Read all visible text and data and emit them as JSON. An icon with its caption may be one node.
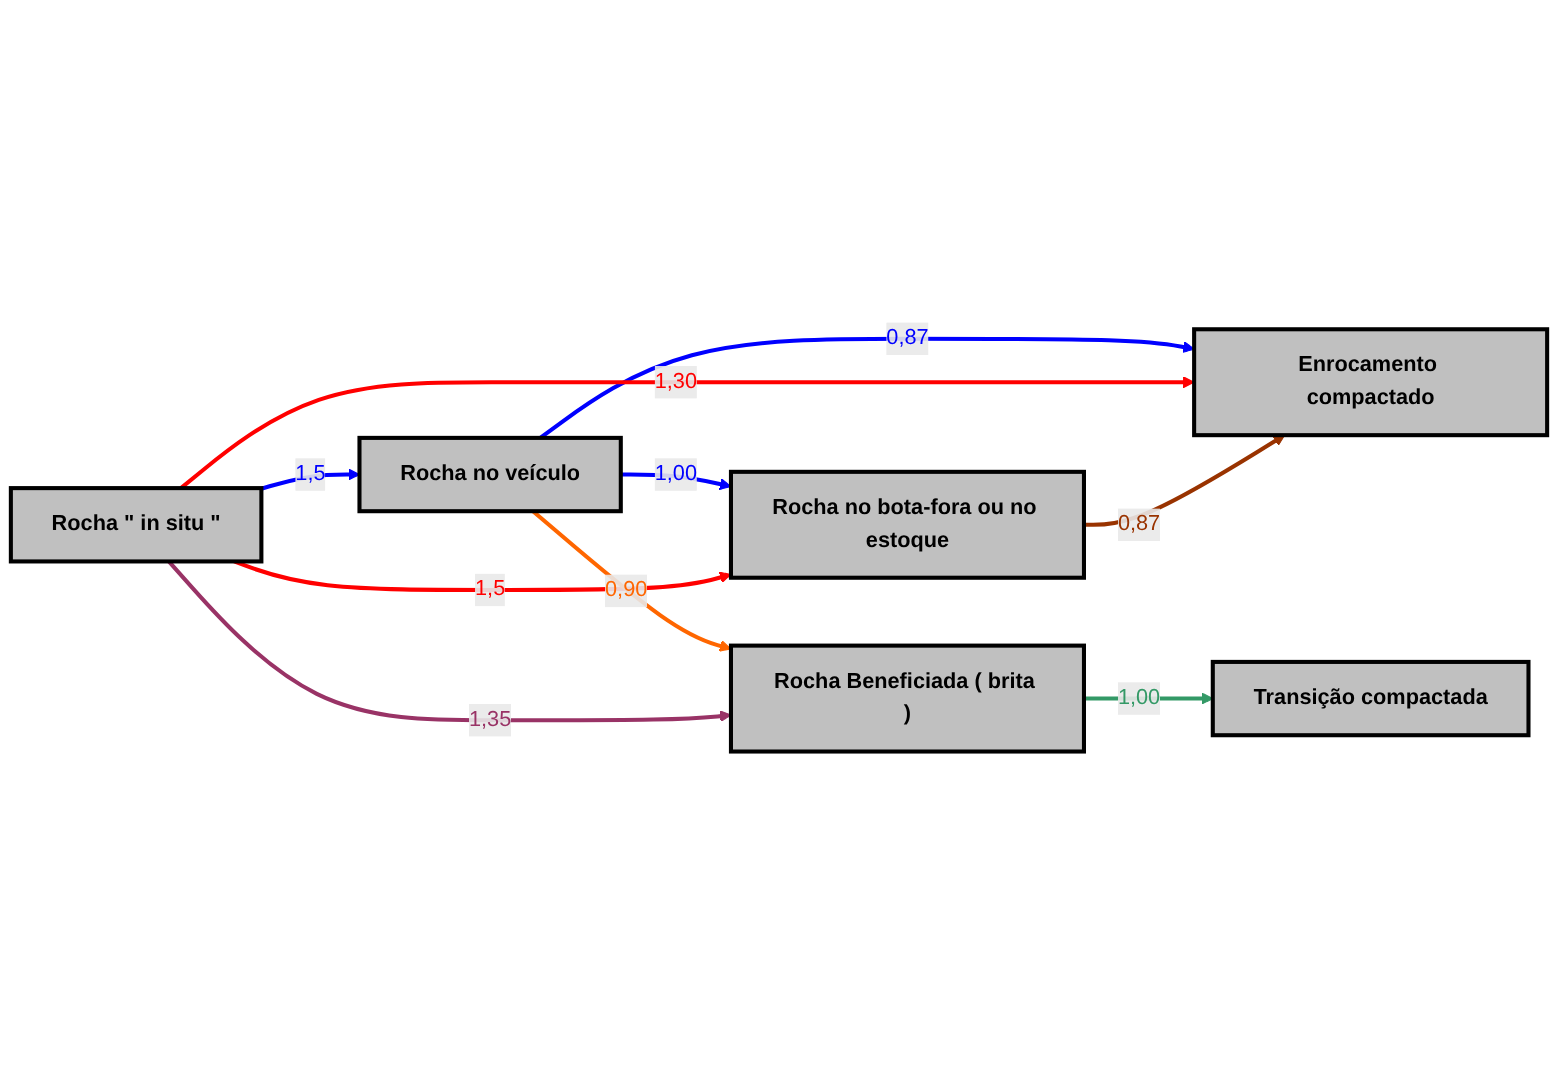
{
  "diagram": {
    "nodes": [
      {
        "text": [
          "Rocha \" in situ \""
        ]
      },
      {
        "text": [
          "Rocha no veículo"
        ]
      },
      {
        "text": [
          "Enrocamento compactado"
        ]
      },
      {
        "text": [
          "Rocha no bota-fora ou no estoque"
        ]
      },
      {
        "text": [
          "Rocha Beneficiada ( brita )"
        ]
      },
      {
        "text": [
          "Transição compactada"
        ]
      }
    ],
    "edges": [
      {
        "from": 0,
        "to": 1,
        "arrow": "to",
        "label": "1,5",
        "color": "#0000ff"
      },
      {
        "from": 1,
        "to": 2,
        "arrow": "to",
        "label": "0,87",
        "color": "#0000ff"
      },
      {
        "from": 0,
        "to": 2,
        "arrow": "to",
        "label": "1,30",
        "color": "#ff0000"
      },
      {
        "from": 1,
        "to": 3,
        "arrow": "to",
        "label": "1,00",
        "color": "#0000ff"
      },
      {
        "from": 0,
        "to": 3,
        "arrow": "to",
        "label": "1,5",
        "color": "#ff0000"
      },
      {
        "from": 1,
        "to": 4,
        "arrow": "to",
        "label": "0,90",
        "color": "#ff6600"
      },
      {
        "from": 3,
        "to": 2,
        "arrow": "to",
        "label": "0,87",
        "color": "#993300"
      },
      {
        "from": 0,
        "to": 4,
        "arrow": "to",
        "label": "1,35",
        "color": "#993366"
      },
      {
        "from": 4,
        "to": 5,
        "arrow": "to",
        "label": "1,00",
        "color": "#339966"
      }
    ]
  }
}
